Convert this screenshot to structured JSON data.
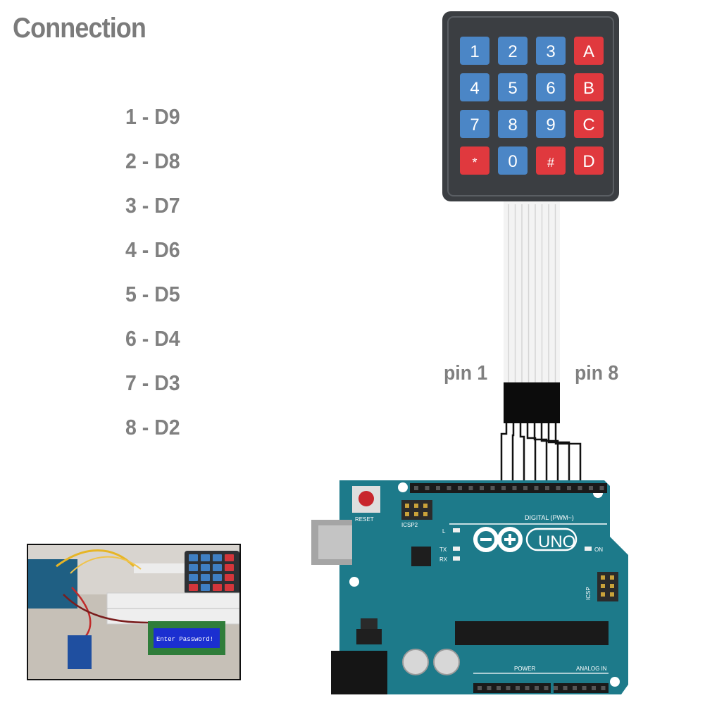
{
  "title": "Connection",
  "connections": [
    "1 - D9",
    "2 - D8",
    "3 - D7",
    "4 - D6",
    "5 - D5",
    "6 - D4",
    "7 - D3",
    "8 - D2"
  ],
  "pin_labels": {
    "left": "pin 1",
    "right": "pin 8"
  },
  "keypad": {
    "keys": [
      [
        "1",
        "2",
        "3",
        "A"
      ],
      [
        "4",
        "5",
        "6",
        "B"
      ],
      [
        "7",
        "8",
        "9",
        "C"
      ],
      [
        "*",
        "0",
        "#",
        "D"
      ]
    ],
    "colors": {
      "digit": "#4b86c6",
      "letter": "#e0393e",
      "body": "#3b3e42"
    }
  },
  "arduino": {
    "logo_text": "UNO",
    "reset_label": "RESET",
    "digital_label": "DIGITAL (PWM~)",
    "power_label": "POWER",
    "analog_label": "ANALOG IN",
    "on_label": "ON",
    "tx_label": "TX",
    "rx_label": "RX",
    "l_label": "L",
    "icsp_label": "ICSP",
    "icsp2_label": "ICSP2",
    "board_color": "#1d7a8a"
  },
  "photo": {
    "lcd_text": "Enter Password!"
  }
}
